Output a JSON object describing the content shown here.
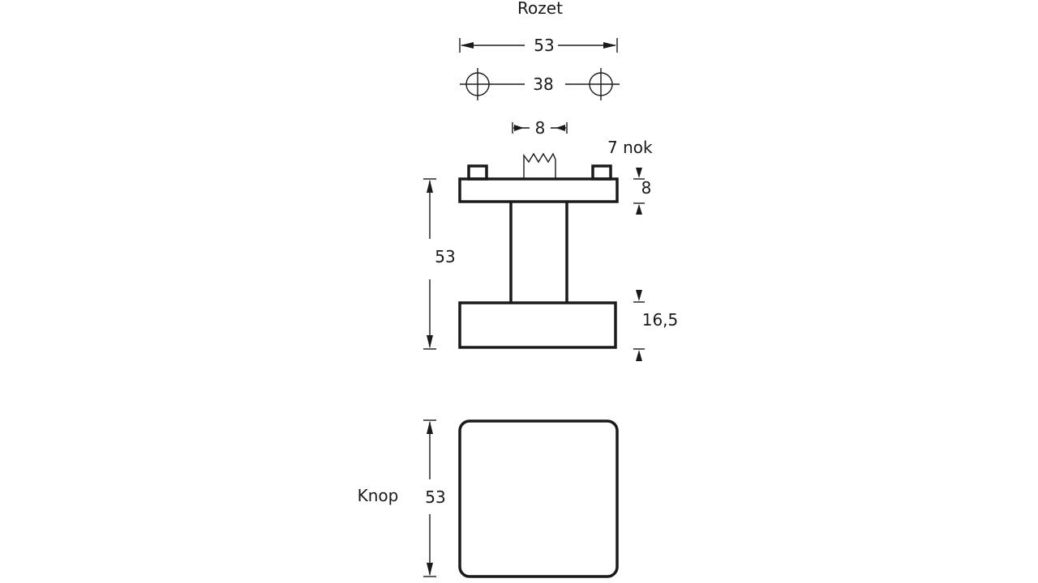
{
  "rozet": {
    "title": "Rozet",
    "width_dim": "53",
    "hole_spacing_dim": "38"
  },
  "side_view": {
    "spindle_dim": "8",
    "nok_label": "7 nok",
    "plate_thickness_dim": "8",
    "total_height_dim": "53",
    "knob_thickness_dim": "16,5"
  },
  "knop": {
    "title": "Knop",
    "size_dim": "53"
  }
}
